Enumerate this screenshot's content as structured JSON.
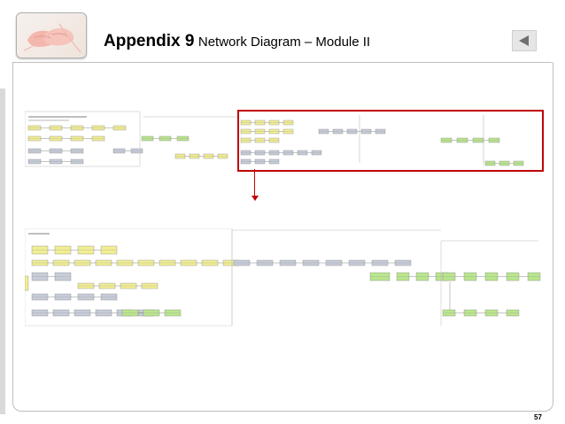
{
  "header": {
    "title_bold": "Appendix 9",
    "title_rest": "Network Diagram – Module II",
    "thumbnail_icon": "ballet-shoes-image",
    "back_icon": "left-triangle-icon"
  },
  "footer": {
    "page_number": "57"
  },
  "colors": {
    "yellow": "#f1ee93",
    "green": "#b9e58d",
    "gray": "#c6ccd8",
    "highlight": "#c00000"
  }
}
